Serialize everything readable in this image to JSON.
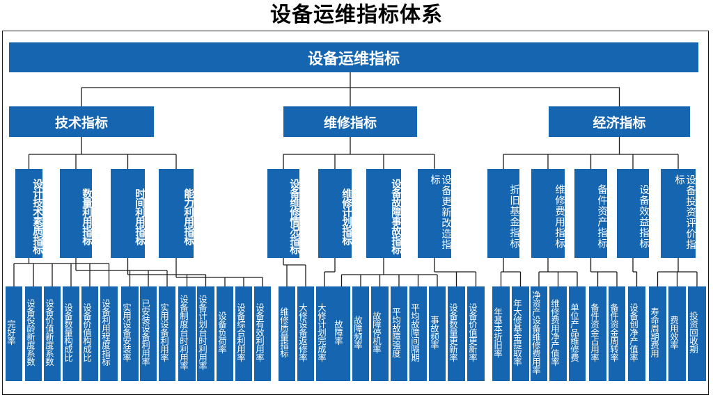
{
  "title": "设备运维指标体系",
  "root": "设备运维指标",
  "level1": [
    "技术指标",
    "维修指标",
    "经济指标"
  ],
  "level2": [
    "设计技术素质指标",
    "数量利用指标",
    "时间利用指标",
    "能力利用指标",
    "设备维修情况指标",
    "维修计划指标",
    "设备故障事故指标",
    "设备更新改造指标",
    "折旧基金指标",
    "维修费用指标",
    "备件资产指标",
    "设备效益指标",
    "设备投资评价指标"
  ],
  "level3": [
    "完好率",
    "设备役龄新度系数",
    "设备价值新度系数",
    "设备数量构成比",
    "设备价值构成比",
    "设备利用程度指标",
    "实用设备安装率",
    "已安装设备利用率",
    "实用设备利用率",
    "设备制度台时利用率",
    "设备计划台时利用率",
    "设备负荷率",
    "设备综合利用率",
    "设备有效利用率",
    "维修质量指标",
    "大修设备返修率",
    "大修计划完成率",
    "故障率",
    "故障频率",
    "故障停机率",
    "平均故障强度",
    "平均故障间隔期",
    "事故频率",
    "设备数量更新率",
    "设备价值更新率",
    "年基本折旧率",
    "年大修基金提取率",
    "净资产设备维修费用率",
    "维修费用净产值率",
    "单位产品维修费",
    "备件资金占用率",
    "备件资金周转率",
    "设备创净产值率",
    "寿命周期费用",
    "费用效率",
    "投资回收期"
  ],
  "colors": {
    "box": "#1565b0",
    "line": "#1a1a1a",
    "text": "#ffffff"
  }
}
